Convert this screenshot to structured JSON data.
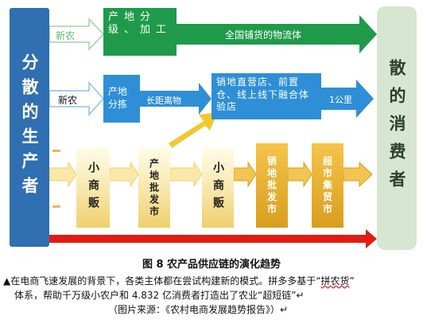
{
  "left_block": {
    "text": "分散的生产者"
  },
  "right_block": {
    "text": "散的消费者"
  },
  "row1": {
    "input_label": "新农",
    "box": "产地分级、加工",
    "arrow_label": "全国铺货的物流体"
  },
  "row2": {
    "input_label": "新农",
    "box": "产地分拣",
    "mid_label": "长距离物",
    "big_box": "销地直营店、前置仓、线上线下融合体验店",
    "tail_label": "1公里"
  },
  "chain": [
    {
      "text": "小商贩",
      "style": "yellow"
    },
    {
      "text": "产地批发市",
      "style": "yellow"
    },
    {
      "text": "小商贩",
      "style": "yellow"
    },
    {
      "text": "销地批发市",
      "style": "gold"
    },
    {
      "text": "超市集贸市",
      "style": "gold"
    }
  ],
  "figure_caption": "图 8 农产品供应链的演化趋势",
  "paragraph": {
    "line1_prefix": "▲在电商飞速发展的背景下，各类主体都在尝试构建新的模式。拼多多基于“",
    "line1_underlined": "拼农货",
    "line1_suffix": "”",
    "line2": "体系，帮助千万级小农户和 4.832 亿消费者打造出了农业“超短链”↵",
    "line3": "（图片来源：《农村电商发展趋势报告》）↵"
  },
  "colors": {
    "left_blue": "#2f6fb2",
    "right_green": "#d7e6d0",
    "row1_green": "#1f9a4b",
    "row2_blue": "#2e8fd6",
    "chain_yellow": "#f0cf6a",
    "chain_gold": "#d89e1e",
    "red_arrow": "#e31b12"
  }
}
